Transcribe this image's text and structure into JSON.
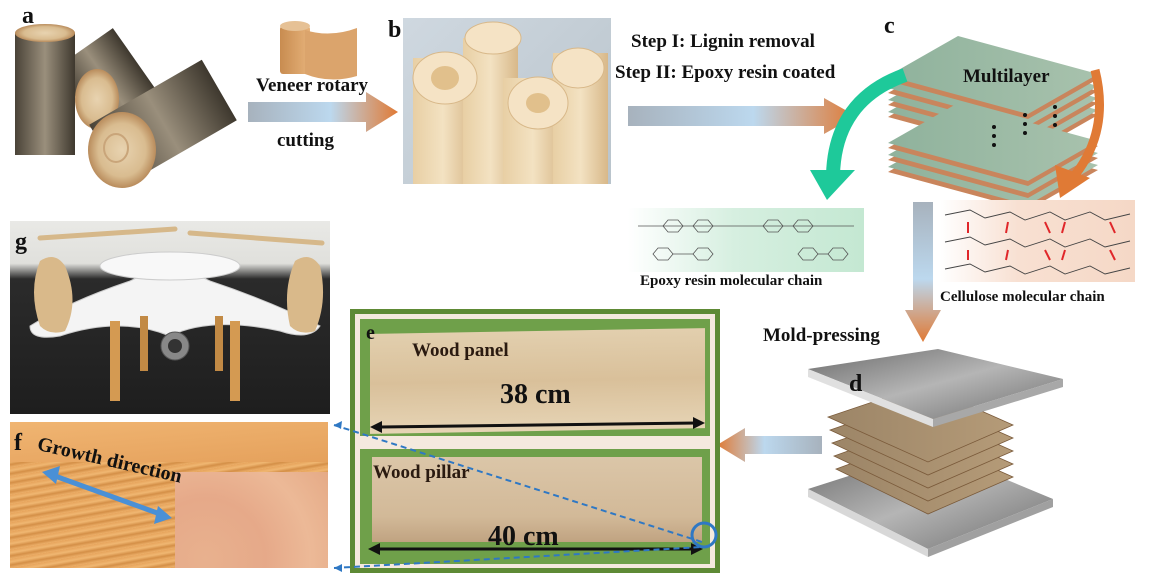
{
  "figure": {
    "panels": {
      "a": {
        "label": "a",
        "subject": "tree logs"
      },
      "b": {
        "label": "b",
        "subject": "rolled wood veneers"
      },
      "c": {
        "label": "c",
        "subject": "multilayer stack",
        "caption": "Multilayer"
      },
      "d": {
        "label": "d",
        "subject": "mold-pressing stack"
      },
      "e": {
        "label": "e",
        "items": [
          {
            "name": "Wood panel",
            "dimension": "38 cm"
          },
          {
            "name": "Wood pillar",
            "dimension": "40 cm"
          }
        ]
      },
      "f": {
        "label": "f",
        "caption": "Growth direction"
      },
      "g": {
        "label": "g",
        "subject": "drone with wooden parts"
      }
    },
    "steps": {
      "veneer_line1": "Veneer rotary",
      "veneer_line2": "cutting",
      "step1": "Step I:  Lignin removal",
      "step2": "Step II:  Epoxy resin coated",
      "mold": "Mold-pressing"
    },
    "molecules": {
      "epoxy": "Epoxy resin molecular chain",
      "cellulose": "Cellulose molecular chain"
    },
    "colors": {
      "arrow_orange": "#e07a35",
      "arrow_blue": "#b8d4ea",
      "teal_arrow": "#1ec99a",
      "frame_green": "#5e8a35",
      "dashed_blue": "#2f78c4"
    }
  }
}
